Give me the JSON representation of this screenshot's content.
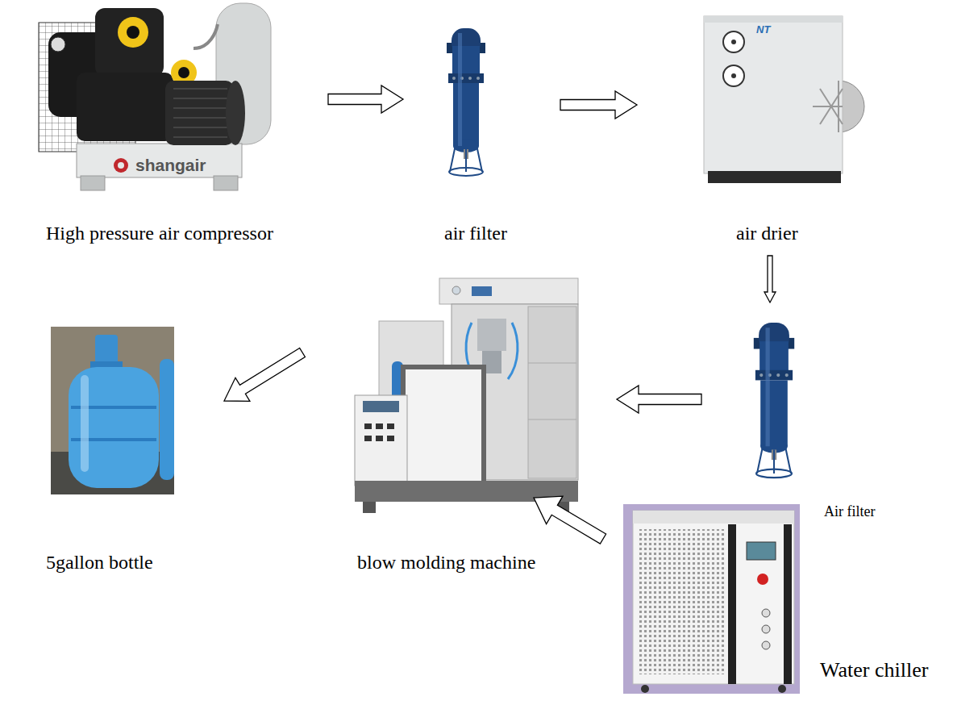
{
  "diagram": {
    "nodes": [
      {
        "text": [
          "High pressure air compressor"
        ]
      },
      {
        "text": [
          "air filter"
        ]
      },
      {
        "text": [
          "air drier"
        ]
      },
      {
        "text": [
          "Air filter"
        ]
      },
      {
        "text": [
          "blow molding machine"
        ]
      },
      {
        "text": [
          "5gallon bottle"
        ]
      },
      {
        "text": [
          "Water chiller"
        ]
      }
    ],
    "edges": [
      {
        "from": 0,
        "to": 1,
        "arrow": "to"
      },
      {
        "from": 1,
        "to": 2,
        "arrow": "to"
      },
      {
        "from": 2,
        "to": 3,
        "arrow": "to"
      },
      {
        "from": 3,
        "to": 4,
        "arrow": "to"
      },
      {
        "from": 6,
        "to": 4,
        "arrow": "to"
      },
      {
        "from": 4,
        "to": 5,
        "arrow": "to"
      }
    ],
    "labels": [
      "shangair",
      "NT"
    ]
  }
}
